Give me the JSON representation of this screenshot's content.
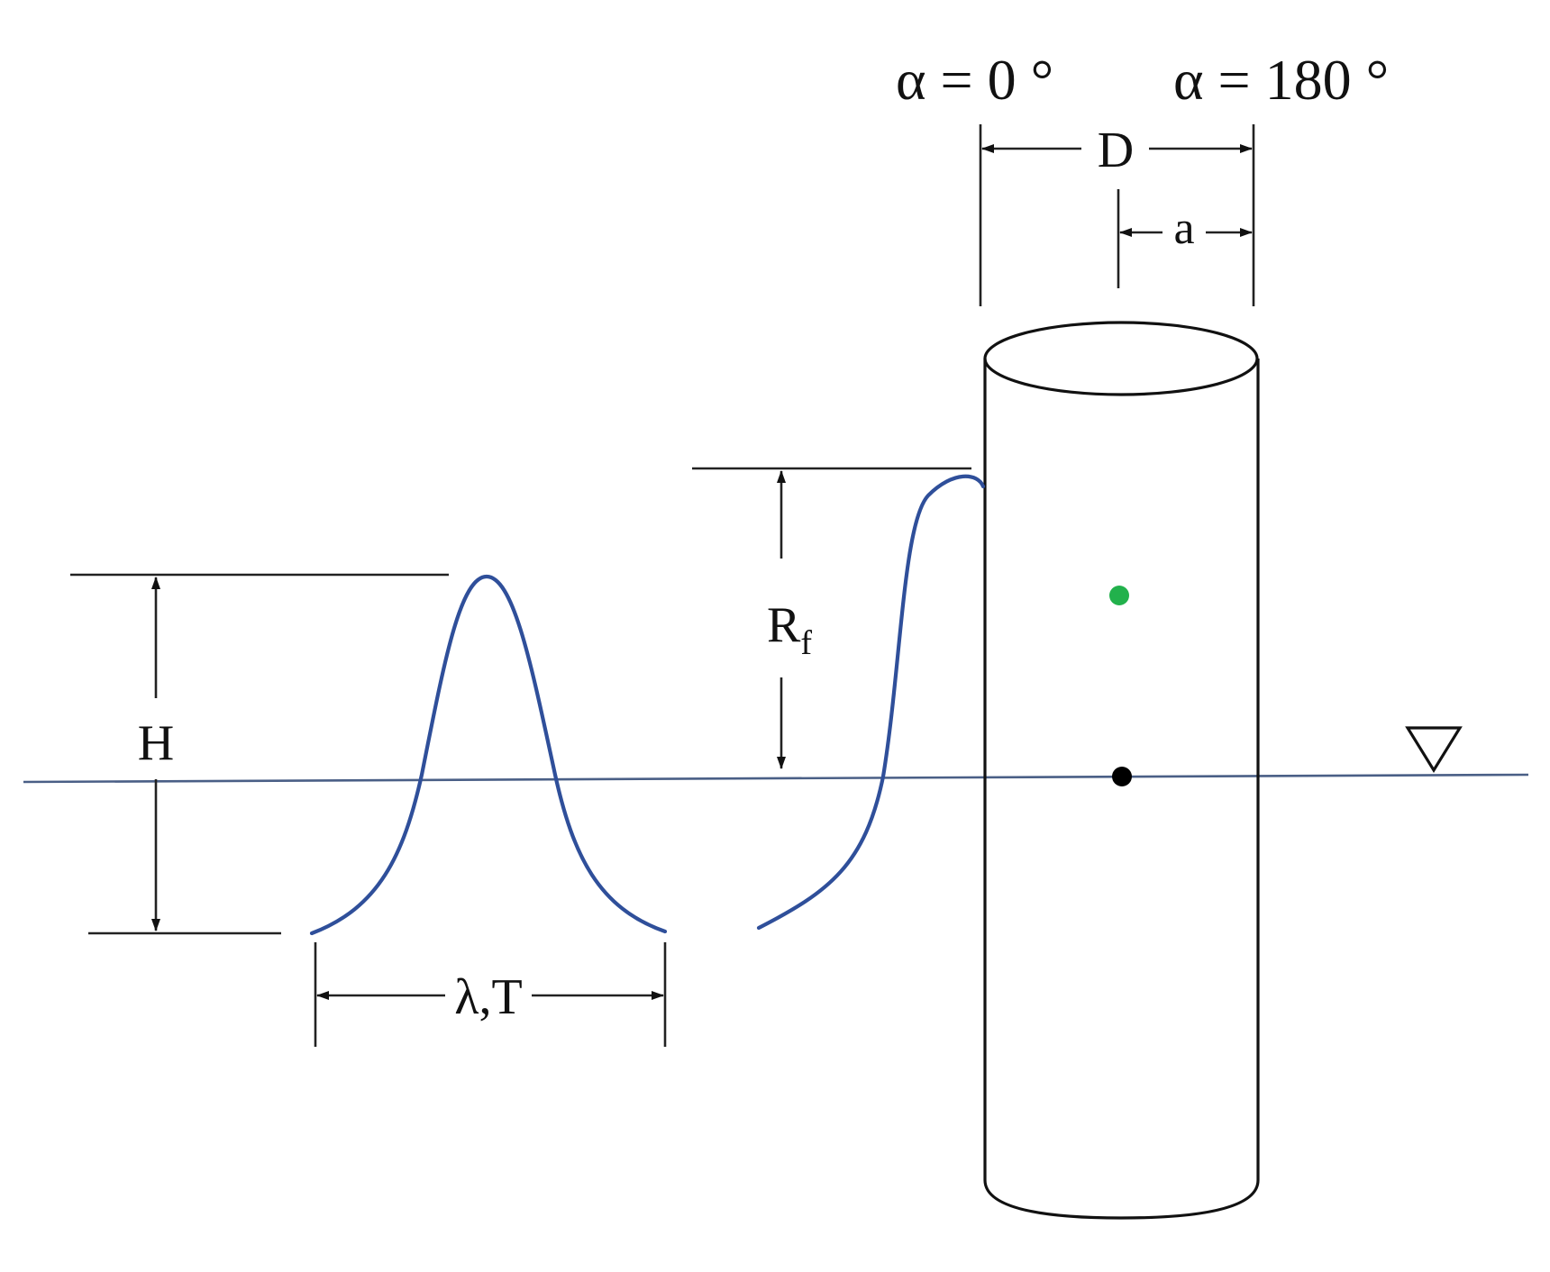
{
  "labels": {
    "alpha_zero": "α = 0 °",
    "alpha_180": "α = 180 °",
    "diameter": "D",
    "radius": "a",
    "runup_main": "R",
    "runup_sub": "f",
    "wave_height": "H",
    "wavelength_period": "λ,T"
  },
  "colors": {
    "wave": "#2f4f9a",
    "water_line": "#4a5f86",
    "center_point_green": "#22b14c",
    "center_point_black": "#000000",
    "ink": "#111111"
  },
  "icons": {
    "water_level_marker": "triangle-down-icon"
  }
}
